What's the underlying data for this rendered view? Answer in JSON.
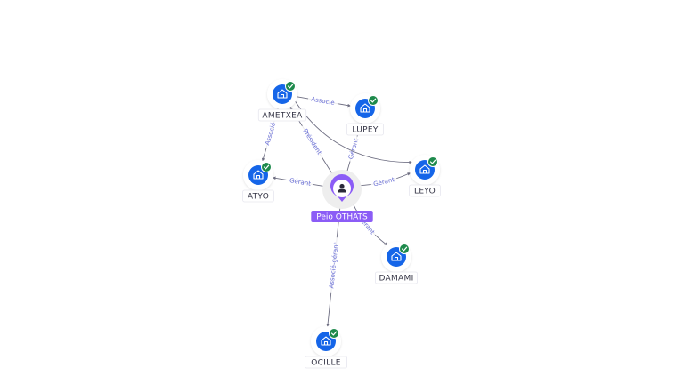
{
  "colors": {
    "edge": "#6e6e82",
    "edge_label": "#6a6fd6",
    "company_fill": "#1565e8",
    "check_fill": "#1e8a4c",
    "person_fill": "#8b5cf6",
    "halo": "#eeeeee"
  },
  "icons": {
    "company": "building-icon",
    "check": "check-badge-icon",
    "person": "user-icon"
  },
  "person": {
    "id": "peio",
    "label": "Peio OTHATS"
  },
  "companies": [
    {
      "id": "ametxea",
      "label": "AMETXEA",
      "verified": true
    },
    {
      "id": "lupey",
      "label": "LUPEY",
      "verified": true
    },
    {
      "id": "atyo",
      "label": "ATYO",
      "verified": true
    },
    {
      "id": "leyo",
      "label": "LEYO",
      "verified": true
    },
    {
      "id": "damami",
      "label": "DAMAMI",
      "verified": true
    },
    {
      "id": "ocille",
      "label": "OCILLE",
      "verified": true
    }
  ],
  "edges": [
    {
      "from": "peio",
      "to": "ametxea",
      "label": "Président"
    },
    {
      "from": "peio",
      "to": "atyo",
      "label": "Gérant"
    },
    {
      "from": "peio",
      "to": "leyo",
      "label": "Gérant"
    },
    {
      "from": "peio",
      "to": "lupey",
      "label": "Gérant"
    },
    {
      "from": "peio",
      "to": "damami",
      "label": "Gérant"
    },
    {
      "from": "peio",
      "to": "ocille",
      "label": "Associé-gérant"
    },
    {
      "from": "ametxea",
      "to": "atyo",
      "label": "Associé"
    },
    {
      "from": "ametxea",
      "to": "lupey",
      "label": "Associé"
    },
    {
      "from": "ametxea",
      "to": "leyo",
      "label": ""
    }
  ]
}
